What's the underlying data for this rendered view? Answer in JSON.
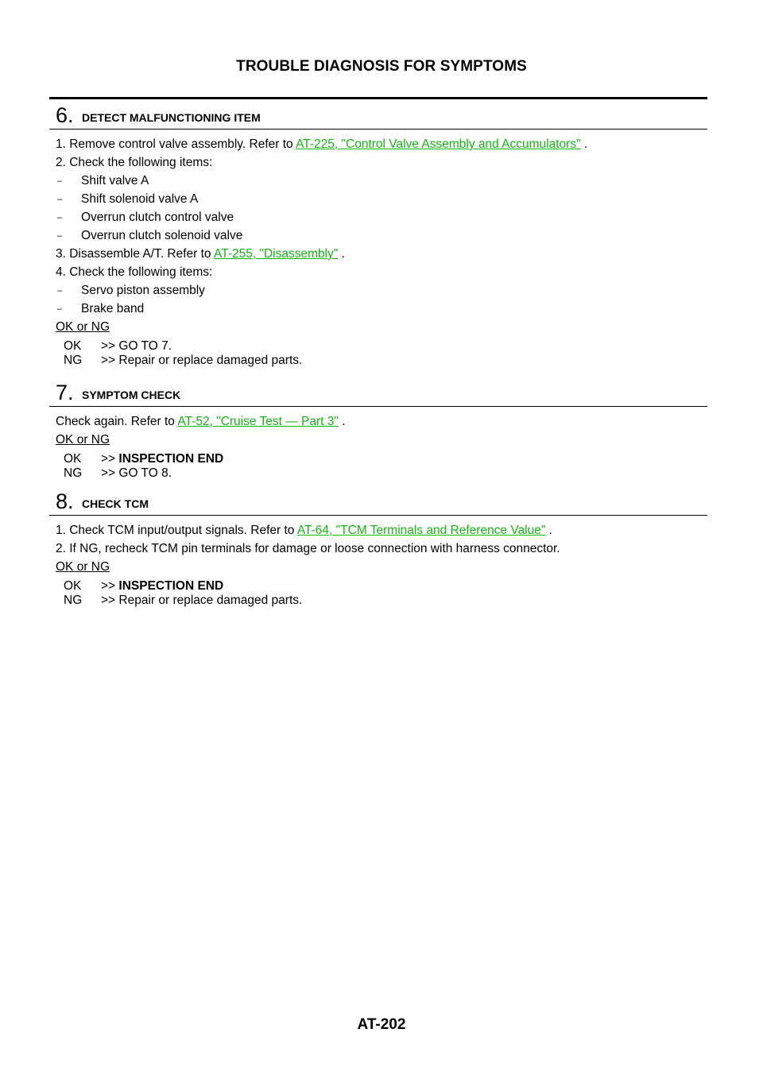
{
  "header": {
    "title": "TROUBLE DIAGNOSIS FOR SYMPTOMS"
  },
  "step6": {
    "num": "6.",
    "title": "DETECT MALFUNCTIONING ITEM",
    "item1_pre": "1.   Remove control valve assembly. Refer to ",
    "item1_link": "AT-225, \"Control Valve Assembly and Accumulators\"",
    "item1_post": " .",
    "item2": "2.   Check the following items:",
    "sub_a": [
      "Shift valve A",
      "Shift solenoid valve A",
      "Overrun clutch control valve",
      "Overrun clutch solenoid valve"
    ],
    "item3_pre": "3.   Disassemble A/T. Refer to ",
    "item3_link": "AT-255, \"Disassembly\"",
    "item3_post": " .",
    "item4": "4.   Check the following items:",
    "sub_b": [
      "Servo piston assembly",
      "Brake band"
    ],
    "dash": "–",
    "oknglabel": "OK or NG",
    "ok_code": "OK",
    "ok_text": ">> GO TO 7.",
    "ng_code": "NG",
    "ng_text": ">> Repair or replace damaged parts."
  },
  "step7": {
    "num": "7.",
    "title": "SYMPTOM CHECK",
    "line_pre": "Check again. Refer to ",
    "line_link": "AT-52, \"Cruise Test — Part 3\"",
    "line_post": " .",
    "oknglabel": "OK or NG",
    "ok_code": "OK",
    "ok_arrow": ">> ",
    "ok_text": "INSPECTION END",
    "ng_code": "NG",
    "ng_text": ">> GO TO 8."
  },
  "step8": {
    "num": "8.",
    "title": "CHECK TCM",
    "item1_pre": "1.   Check TCM input/output signals. Refer to ",
    "item1_link": "AT-64, \"TCM Terminals and Reference Value\"",
    "item1_post": " .",
    "item2": "2.   If NG, recheck TCM pin terminals for damage or loose connection with harness connector.",
    "oknglabel": "OK or NG",
    "ok_code": "OK",
    "ok_arrow": ">> ",
    "ok_text": "INSPECTION END",
    "ng_code": "NG",
    "ng_text": ">> Repair or replace damaged parts."
  },
  "footer": {
    "page": "AT-202"
  }
}
